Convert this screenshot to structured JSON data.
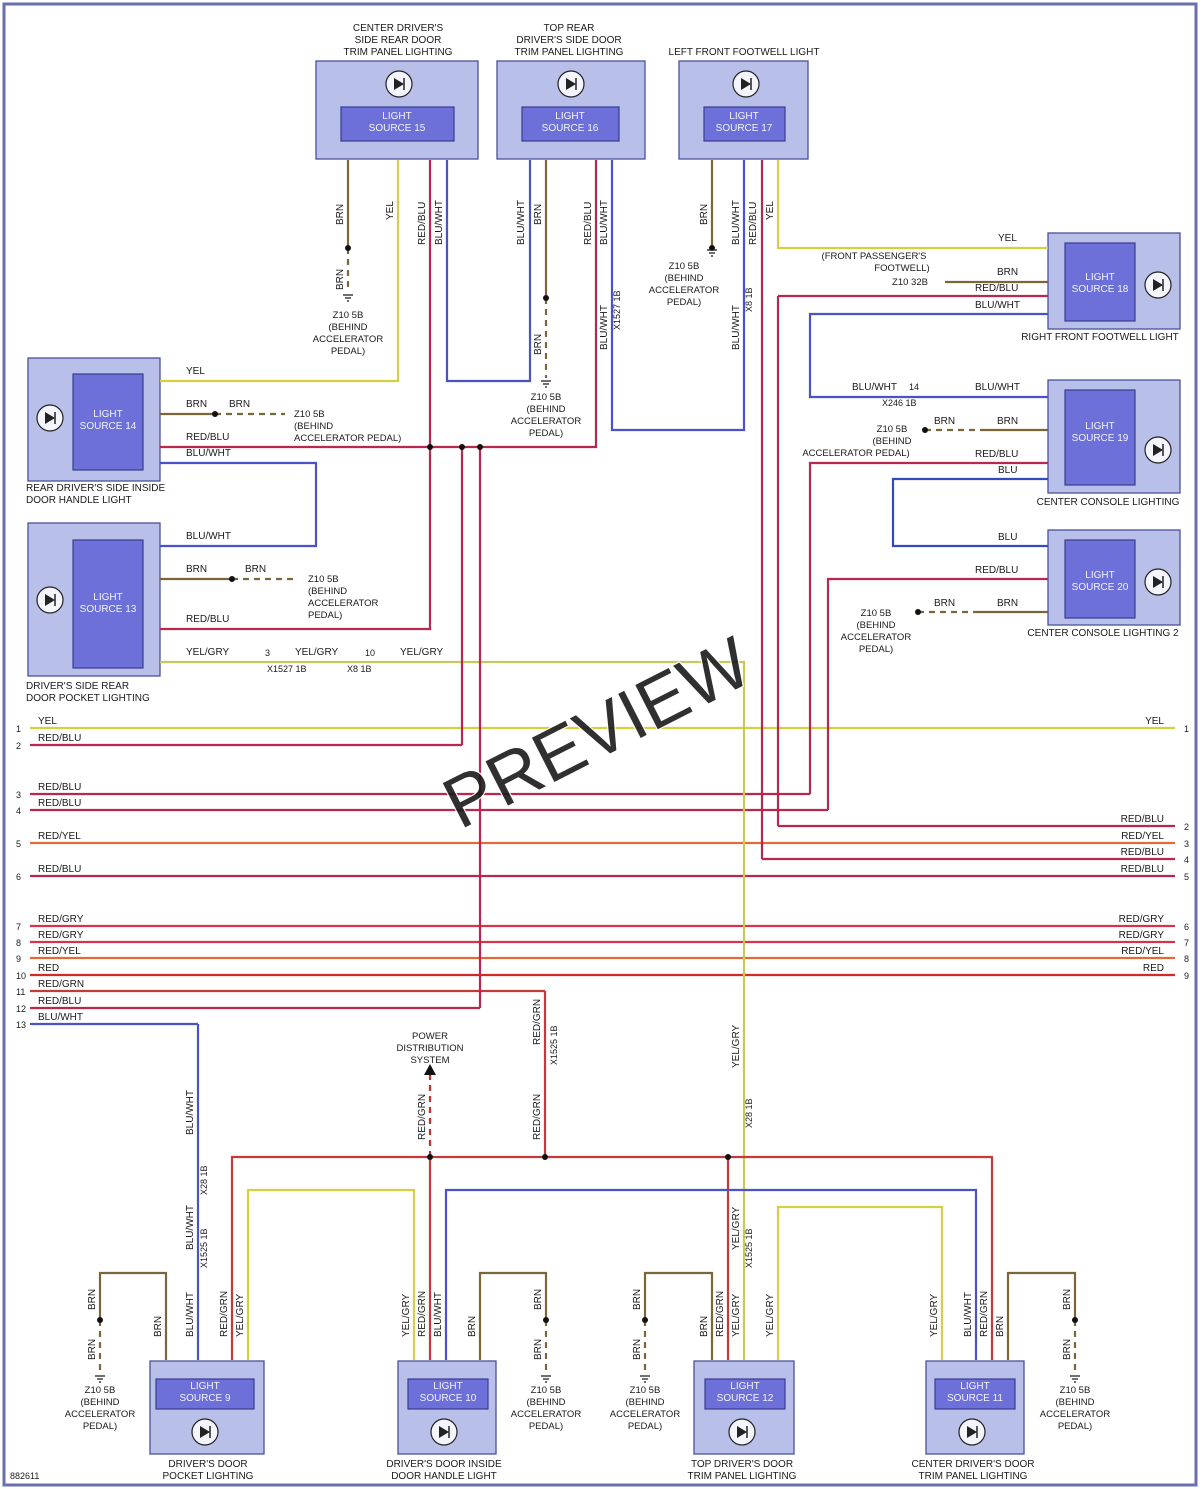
{
  "diagram_id": "882611",
  "watermark": "PREVIEW",
  "components": {
    "ls15": {
      "name": "LIGHT SOURCE 15",
      "title": [
        "CENTER DRIVER'S",
        "SIDE REAR DOOR",
        "TRIM PANEL LIGHTING"
      ]
    },
    "ls16": {
      "name": "LIGHT SOURCE 16",
      "title": [
        "TOP REAR",
        "DRIVER'S SIDE DOOR",
        "TRIM PANEL LIGHTING"
      ]
    },
    "ls17": {
      "name": "LIGHT SOURCE 17",
      "title": [
        "LEFT FRONT FOOTWELL LIGHT"
      ]
    },
    "ls18": {
      "name": "LIGHT SOURCE 18",
      "title": [
        "RIGHT FRONT FOOTWELL LIGHT"
      ]
    },
    "ls19": {
      "name": "LIGHT SOURCE 19",
      "title": [
        "CENTER CONSOLE LIGHTING"
      ]
    },
    "ls20": {
      "name": "LIGHT SOURCE 20",
      "title": [
        "CENTER CONSOLE LIGHTING 2"
      ]
    },
    "ls14": {
      "name": "LIGHT SOURCE 14",
      "title": [
        "REAR DRIVER'S SIDE INSIDE",
        "DOOR HANDLE LIGHT"
      ]
    },
    "ls13": {
      "name": "LIGHT SOURCE 13",
      "title": [
        "DRIVER'S SIDE REAR",
        "DOOR POCKET LIGHTING"
      ]
    },
    "ls9": {
      "name": "LIGHT SOURCE 9",
      "title": [
        "DRIVER'S DOOR",
        "POCKET LIGHTING"
      ]
    },
    "ls10": {
      "name": "LIGHT SOURCE 10",
      "title": [
        "DRIVER'S DOOR INSIDE",
        "DOOR HANDLE LIGHT"
      ]
    },
    "ls12": {
      "name": "LIGHT SOURCE 12",
      "title": [
        "TOP DRIVER'S DOOR",
        "TRIM PANEL LIGHTING"
      ]
    },
    "ls11": {
      "name": "LIGHT SOURCE 11",
      "title": [
        "CENTER DRIVER'S DOOR",
        "TRIM PANEL LIGHTING"
      ]
    }
  },
  "ground_labels": {
    "z10_5b": [
      "Z10 5B",
      "(BEHIND",
      "ACCELERATOR",
      "PEDAL)"
    ],
    "z10_5b_pedal": "ACCELERATOR PEDAL)",
    "z10_32b": [
      "(FRONT PASSENGER'S",
      "FOOTWELL)",
      "Z10 32B"
    ]
  },
  "power_distribution": [
    "POWER",
    "DISTRIBUTION",
    "SYSTEM"
  ],
  "connectors": {
    "x1527_1b": "X1527 1B",
    "x8_1b": "X8 1B",
    "x246_1b": "X246 1B",
    "x1525_1b": "X1525 1B",
    "x28_1b": "X28 1B"
  },
  "left_bus": [
    {
      "n": "1",
      "wire": "YEL"
    },
    {
      "n": "2",
      "wire": "RED/BLU"
    },
    {
      "n": "3",
      "wire": "RED/BLU"
    },
    {
      "n": "4",
      "wire": "RED/BLU"
    },
    {
      "n": "5",
      "wire": "RED/YEL"
    },
    {
      "n": "6",
      "wire": "RED/BLU"
    },
    {
      "n": "7",
      "wire": "RED/GRY"
    },
    {
      "n": "8",
      "wire": "RED/GRY"
    },
    {
      "n": "9",
      "wire": "RED/YEL"
    },
    {
      "n": "10",
      "wire": "RED"
    },
    {
      "n": "11",
      "wire": "RED/GRN"
    },
    {
      "n": "12",
      "wire": "RED/BLU"
    },
    {
      "n": "13",
      "wire": "BLU/WHT"
    }
  ],
  "right_bus": [
    {
      "n": "1",
      "wire": "YEL"
    },
    {
      "n": "2",
      "wire": "RED/BLU"
    },
    {
      "n": "3",
      "wire": "RED/YEL"
    },
    {
      "n": "4",
      "wire": "RED/BLU"
    },
    {
      "n": "5",
      "wire": "RED/BLU"
    },
    {
      "n": "6",
      "wire": "RED/GRY"
    },
    {
      "n": "7",
      "wire": "RED/GRY"
    },
    {
      "n": "8",
      "wire": "RED/YEL"
    },
    {
      "n": "9",
      "wire": "RED"
    }
  ],
  "wire_colors": {
    "YEL": "#d6d040",
    "BRN": "#7a6638",
    "RED/BLU": "#b8284e",
    "RED/YEL": "#e06a38",
    "RED/GRY": "#d2344c",
    "RED": "#d22a2a",
    "RED/GRN": "#c23a3a",
    "BLU/WHT": "#4a52c8",
    "BLU": "#3448c0",
    "YEL/GRY": "#c8c860"
  }
}
